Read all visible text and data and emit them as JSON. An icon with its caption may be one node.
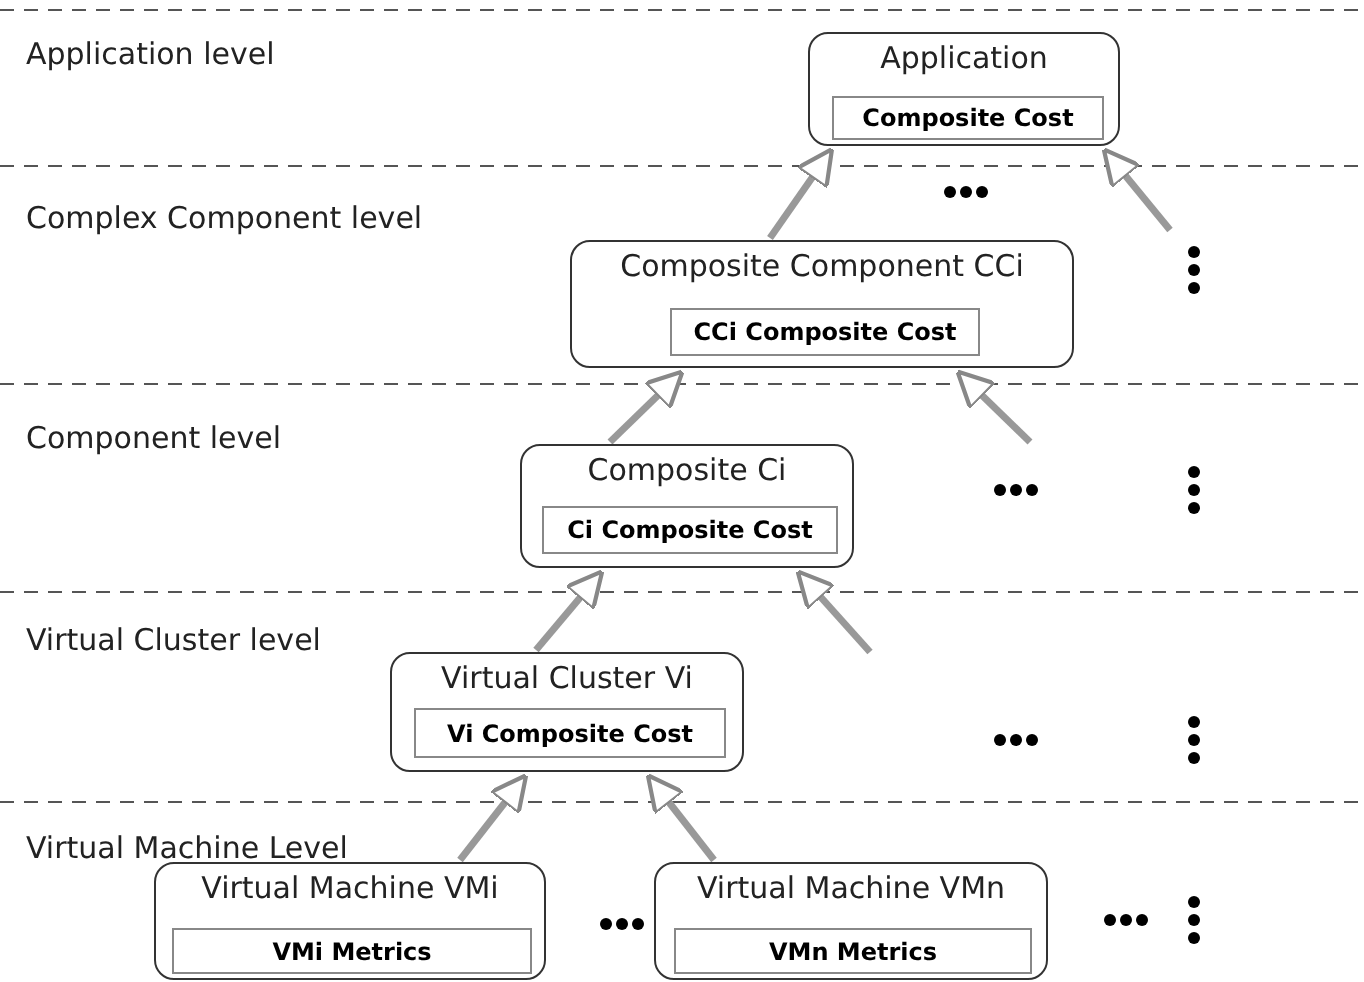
{
  "diagram": {
    "nodes": [
      {
        "text": [
          "Application"
        ]
      },
      {
        "text": [
          "Composite Cost"
        ],
        "in": 0
      },
      {
        "text": [
          "Composite Component CCi"
        ]
      },
      {
        "text": [
          "CCi Composite Cost"
        ],
        "in": 2
      },
      {
        "text": [
          "Composite Ci"
        ]
      },
      {
        "text": [
          "Ci Composite Cost"
        ],
        "in": 4
      },
      {
        "text": [
          "Virtual Cluster Vi"
        ]
      },
      {
        "text": [
          "Vi Composite Cost"
        ],
        "in": 6
      },
      {
        "text": [
          "Virtual Machine VMi"
        ]
      },
      {
        "text": [
          "VMi Metrics"
        ],
        "in": 8
      },
      {
        "text": [
          "Virtual Machine VMn"
        ]
      },
      {
        "text": [
          "VMn Metrics"
        ],
        "in": 10
      }
    ],
    "edges": [
      {
        "from": 2,
        "to": 0,
        "arrow": "to"
      },
      {
        "from": null,
        "to": 0,
        "arrow": "to"
      },
      {
        "from": 4,
        "to": 2,
        "arrow": "to"
      },
      {
        "from": null,
        "to": 2,
        "arrow": "to"
      },
      {
        "from": 6,
        "to": 4,
        "arrow": "to"
      },
      {
        "from": null,
        "to": 4,
        "arrow": "to"
      },
      {
        "from": 8,
        "to": 6,
        "arrow": "to"
      },
      {
        "from": 10,
        "to": 6,
        "arrow": "to"
      }
    ],
    "labels": [
      "Application level",
      "Complex Component level",
      "Component level",
      "Virtual Cluster level",
      "Virtual Machine Level"
    ]
  }
}
